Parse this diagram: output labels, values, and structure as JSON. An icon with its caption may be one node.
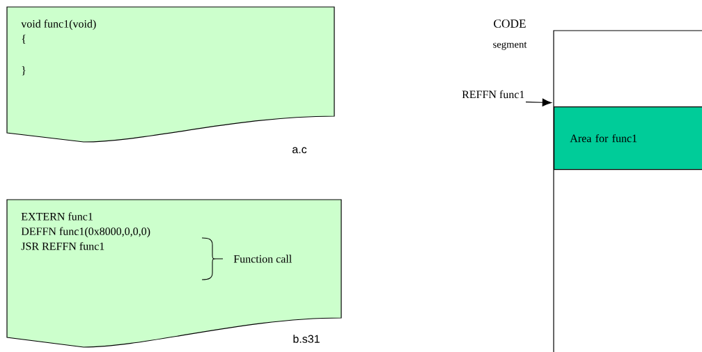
{
  "diagram": {
    "nodes": [
      {
        "text": [
          "void func1(void)",
          "{",
          "}"
        ],
        "beside": [
          "a.c"
        ]
      },
      {
        "text": [
          "EXTERN func1",
          "DEFFN func1(0x8000,0,0,0)",
          "JSR    REFFN func1",
          "Function call"
        ],
        "beside": [
          "b.s31"
        ]
      },
      {
        "text": [
          "CODE",
          "segment"
        ]
      },
      {
        "text": [
          "Area for func1"
        ],
        "in": 2
      },
      {
        "text": [
          "REFFN func1"
        ]
      }
    ],
    "edges": [
      {
        "from": 4,
        "to": 3,
        "arrow": "to"
      }
    ]
  }
}
